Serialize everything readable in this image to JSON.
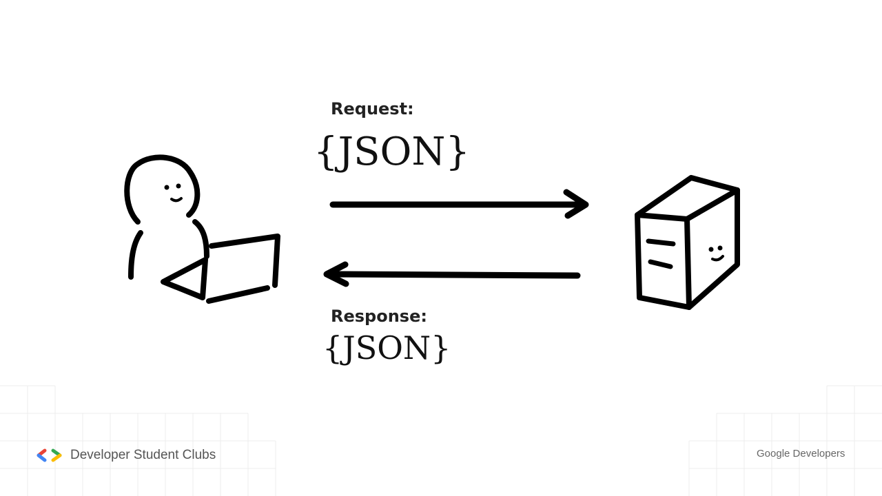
{
  "request": {
    "label": "Request:",
    "payload": "{JSON}"
  },
  "response": {
    "label": "Response:",
    "payload": "{JSON}"
  },
  "footer": {
    "brand": "Developer Student Clubs",
    "partner_brand": "Google",
    "partner_suffix": "Developers",
    "logo_colors": {
      "red": "#EA4335",
      "blue": "#4285F4",
      "green": "#34A853",
      "yellow": "#FBBC04"
    }
  },
  "icons": {
    "client": "person-with-laptop-icon",
    "server": "server-tower-icon",
    "request_arrow": "arrow-right-icon",
    "response_arrow": "arrow-left-icon"
  }
}
